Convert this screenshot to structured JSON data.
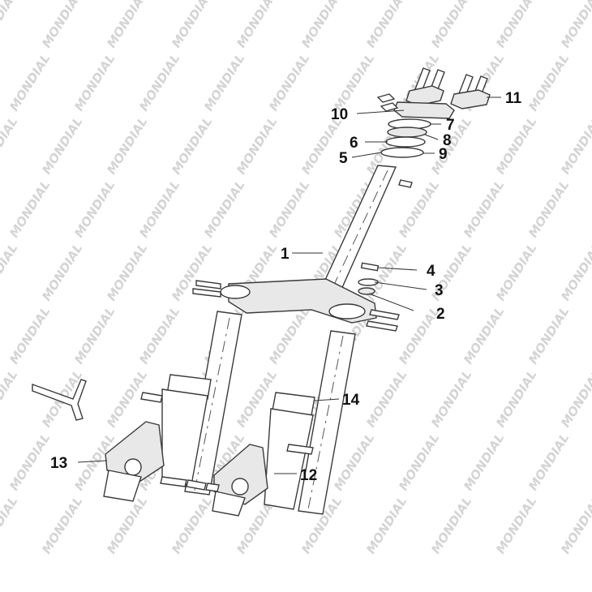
{
  "watermark": {
    "text": "MONDIAL",
    "color": "#d4d4d4"
  },
  "callouts": [
    {
      "id": "c1",
      "label": "1"
    },
    {
      "id": "c2",
      "label": "2"
    },
    {
      "id": "c3",
      "label": "3"
    },
    {
      "id": "c4",
      "label": "4"
    },
    {
      "id": "c5",
      "label": "5"
    },
    {
      "id": "c6",
      "label": "6"
    },
    {
      "id": "c7",
      "label": "7"
    },
    {
      "id": "c8",
      "label": "8"
    },
    {
      "id": "c9",
      "label": "9"
    },
    {
      "id": "c10",
      "label": "10"
    },
    {
      "id": "c11",
      "label": "11"
    },
    {
      "id": "c12",
      "label": "12"
    },
    {
      "id": "c13",
      "label": "13"
    },
    {
      "id": "c14",
      "label": "14"
    }
  ]
}
